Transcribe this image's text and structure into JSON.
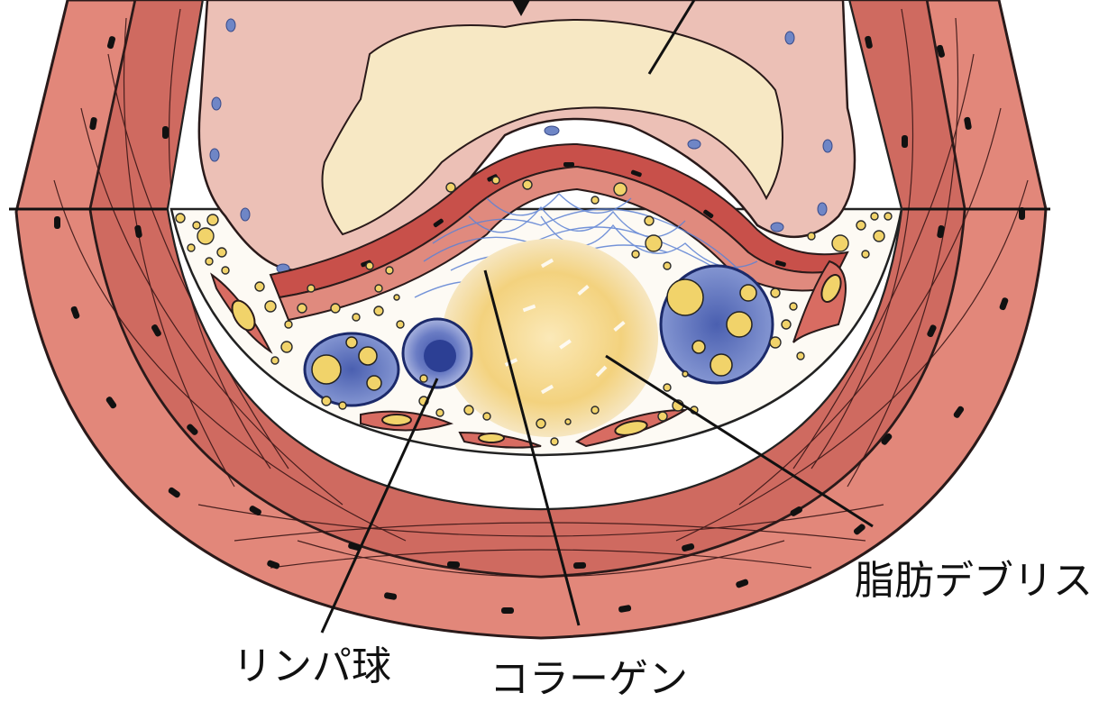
{
  "labels": {
    "fat_debris": "脂肪デブリス",
    "lymphocyte": "リンパ球",
    "collagen": "コラーゲン"
  },
  "colors": {
    "muscle_wall": "#d9786e",
    "muscle_dark": "#b9534a",
    "muscle_light": "#e89a8c",
    "lumen_pink": "#ecc2b8",
    "plaque_cream": "#f6e6b8",
    "fat_yellow": "#f1d36a",
    "cell_blue": "#5a6fb8",
    "collagen_blue": "#6b8fd6",
    "nucleus": "#1a1a1a",
    "outline": "#222222"
  }
}
